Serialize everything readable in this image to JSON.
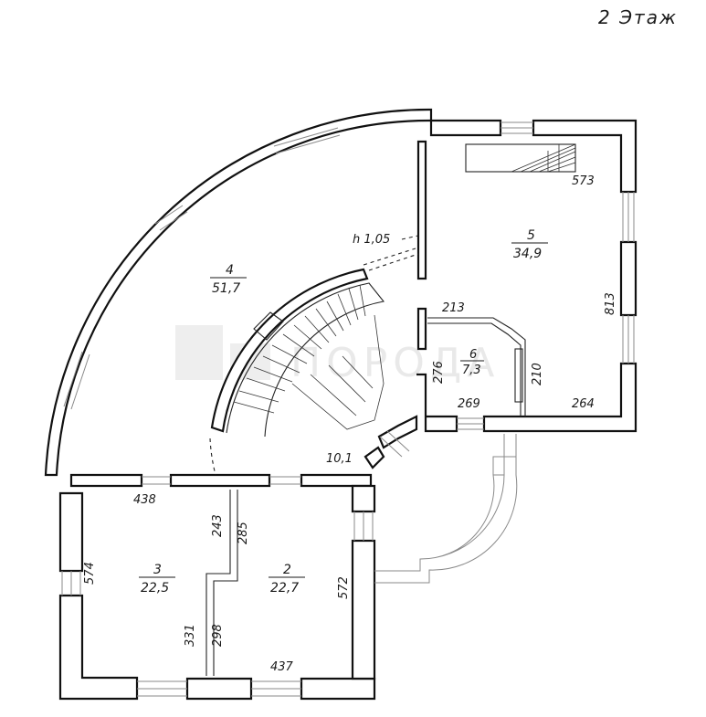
{
  "title": "2   Этаж",
  "watermark": "ПОРОДА",
  "rooms": [
    {
      "id": "1",
      "number": "2",
      "area": "22,7"
    },
    {
      "id": "2",
      "number": "3",
      "area": "22,5"
    },
    {
      "id": "3",
      "number": "4",
      "area": "51,7"
    },
    {
      "id": "4",
      "number": "5",
      "area": "34,9"
    },
    {
      "id": "5",
      "number": "6",
      "area": "7,3"
    }
  ],
  "dimensions": {
    "d573": "573",
    "d813": "813",
    "d213": "213",
    "d276": "276",
    "d210": "210",
    "d269": "269",
    "d264": "264",
    "d438": "438",
    "d243": "243",
    "d285": "285",
    "d574": "574",
    "d572": "572",
    "d331": "331",
    "d298": "298",
    "d437": "437",
    "stair_area": "10,1",
    "level": "h 1,05"
  }
}
